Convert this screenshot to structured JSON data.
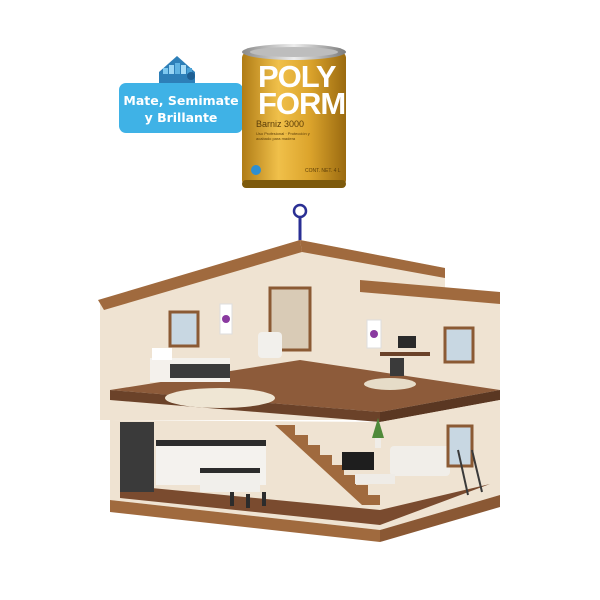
{
  "badge": {
    "line1": "Mate, Semimate",
    "line2": "y Brillante",
    "icon": "paint-swatch-house-icon",
    "color": "#3fb2e6"
  },
  "can": {
    "brand_line1": "POLY",
    "brand_line2": "FORM",
    "product": "Barniz 3000",
    "fine_print": "Uso Profesional · Protección y acabado para madera",
    "content": "CONT. NET. 4 L"
  },
  "colors": {
    "arrow": "#2a2f94",
    "can_gold": "#d9a22a",
    "house_wall": "#c99a6b",
    "floor_wood": "#8a5a3c"
  },
  "illustration": "house-cutaway-illustration"
}
